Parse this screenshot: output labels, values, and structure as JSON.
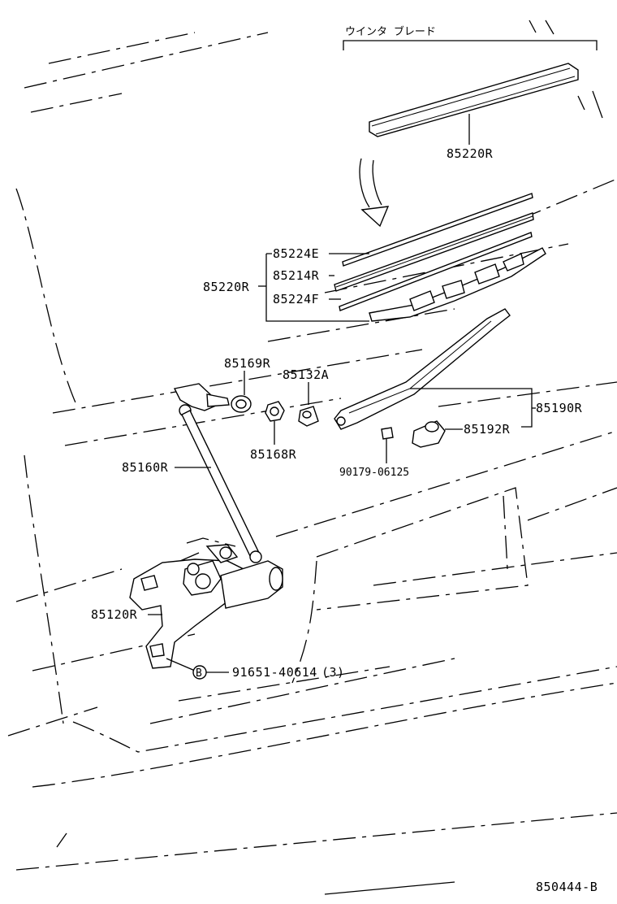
{
  "header": {
    "blade_caption": "ウインタ ブレード"
  },
  "parts": {
    "blade_top": "85220R",
    "rubber_e": "85224E",
    "refill": "85214R",
    "blade_group": "85220R",
    "rubber_f": "85224F",
    "seal_169": "85169R",
    "cap_132": "85132A",
    "arm_190": "85190R",
    "cover_192": "85192R",
    "nut_168": "85168R",
    "link_160": "85160R",
    "clip": "90179-06125",
    "motor_120": "85120R",
    "bolt": "91651-40614",
    "bolt_qty": "(3)"
  },
  "bolt_marker": "B",
  "figure_id": "850444-B"
}
